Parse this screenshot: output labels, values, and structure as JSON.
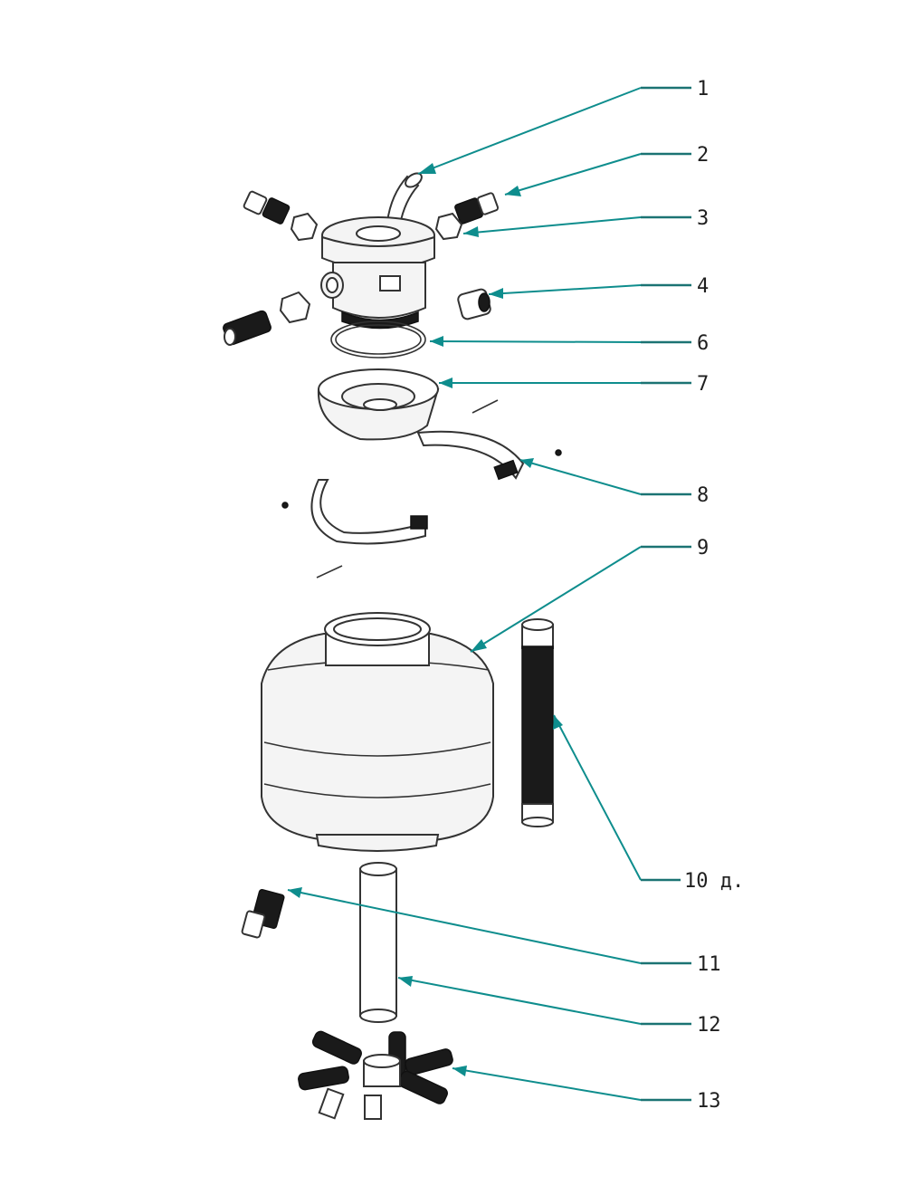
{
  "colors": {
    "accent": "#0e8d8d",
    "ink": "#333333",
    "background": "#ffffff"
  },
  "callouts": [
    {
      "id": "c1",
      "label": "1"
    },
    {
      "id": "c2",
      "label": "2"
    },
    {
      "id": "c3",
      "label": "3"
    },
    {
      "id": "c4",
      "label": "4"
    },
    {
      "id": "c6",
      "label": "6"
    },
    {
      "id": "c7",
      "label": "7"
    },
    {
      "id": "c8",
      "label": "8"
    },
    {
      "id": "c9",
      "label": "9"
    },
    {
      "id": "c10",
      "label": "10 д."
    },
    {
      "id": "c11",
      "label": "11"
    },
    {
      "id": "c12",
      "label": "12"
    },
    {
      "id": "c13",
      "label": "13"
    }
  ]
}
